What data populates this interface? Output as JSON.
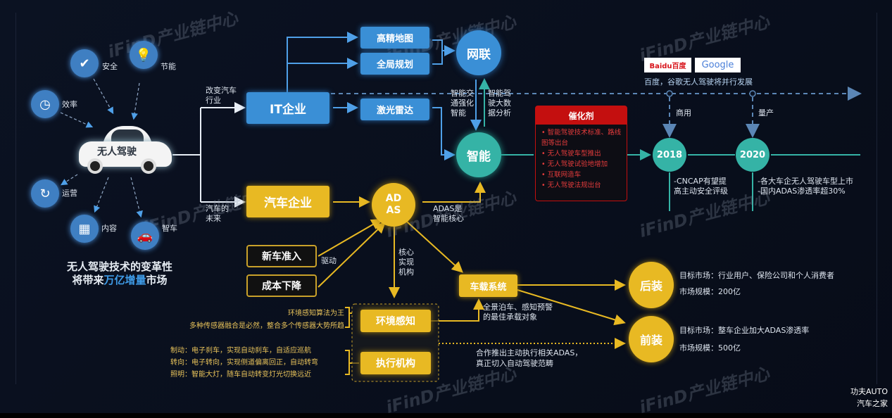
{
  "watermark": "iFinD产业链中心",
  "left": {
    "benefits": [
      {
        "label": "安全",
        "icon": "shield-check-icon"
      },
      {
        "label": "节能",
        "icon": "lightbulb-icon"
      },
      {
        "label": "效率",
        "icon": "clock-icon"
      },
      {
        "label": "运营",
        "icon": "cycle-icon"
      },
      {
        "label": "内容",
        "icon": "apps-icon"
      },
      {
        "label": "智车",
        "icon": "car-icon"
      }
    ],
    "car_label": "无人驾驶",
    "caption_line1": "无人驾驶技术的变革性",
    "caption_line2_a": "将带来",
    "caption_line2_b": "万亿增量",
    "caption_line2_c": "市场"
  },
  "branches": {
    "it_label": "改变汽车行业",
    "auto_label": "汽车的未来"
  },
  "it": {
    "box": "IT企业",
    "hd_map": "高精地图",
    "global_plan": "全局规划",
    "lidar": "激光雷达",
    "network": "网联",
    "smart": "智能",
    "down_label": "智能交通强化智能",
    "up_label": "智能驾驶大数据分析"
  },
  "auto": {
    "box": "汽车企业",
    "adas_line1": "AD",
    "adas_line2": "AS",
    "adas_note": "ADAS是智能核心",
    "new_car": "新车准入",
    "cost_down": "成本下降",
    "drive_label": "驱动",
    "core_label": "核心实现机构"
  },
  "catalyst": {
    "title": "催化剂",
    "items": [
      "智能驾驶技术标准、路线图等出台",
      "无人驾驶车型推出",
      "无人驾驶试验地增加",
      "互联网造车",
      "无人驾驶法规出台"
    ]
  },
  "timeline": {
    "logos": [
      "Baidu百度",
      "Google"
    ],
    "logo_caption": "百度，谷歌无人驾驶将并行发展",
    "y2018": "2018",
    "y2020": "2020",
    "tag2018": "商用",
    "tag2020": "量产",
    "note2018": [
      "-CNCAP有望提",
      "高主动安全评级"
    ],
    "note2020": [
      "-各大车企无人驾驶车型上市",
      "-国内ADAS渗透率超30%"
    ]
  },
  "mechanisms": {
    "perception": "环境感知",
    "actuator": "执行机构",
    "perception_notes": [
      "环境感知算法为王",
      "多种传感器融合是必然，整合多个传感器大势所趋"
    ],
    "actuator_notes": [
      "制动：电子刹车，实现自动刹车，自适应巡航",
      "转向：电子转向，实现侧道偏离回正，自动转弯",
      "照明：智能大灯，随车自动转变灯光切换远近"
    ]
  },
  "vehicle": {
    "box": "车载系统",
    "note": [
      "全景泊车、感知预警",
      "的最佳承载对象"
    ],
    "coop_note": [
      "合作推出主动执行相关ADAS，",
      "真正切入自动驾驶范畴"
    ]
  },
  "markets": {
    "aftermarket": "后装",
    "aftermarket_target": "目标市场：行业用户、保险公司和个人消费者",
    "aftermarket_size": "市场规模：200亿",
    "oem": "前装",
    "oem_target": "目标市场：整车企业加大ADAS渗透率",
    "oem_size": "市场规模：500亿"
  },
  "credit": {
    "line1": "功夫AUTO",
    "line2": "汽车之家"
  },
  "colors": {
    "blue": "#3a8fd6",
    "teal": "#35b3a6",
    "yellow": "#e8b923",
    "red": "#c40f0f"
  }
}
